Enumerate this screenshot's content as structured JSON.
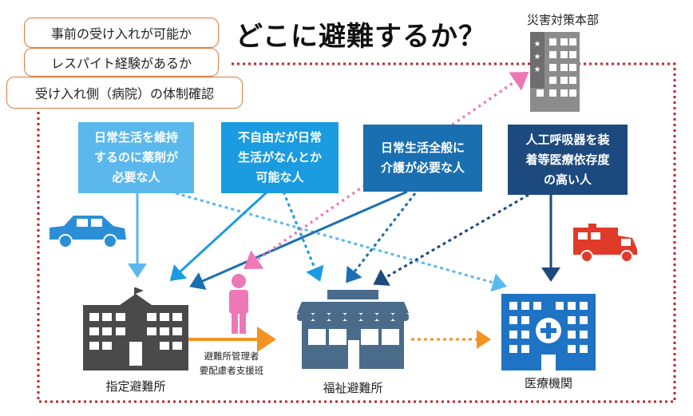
{
  "title": "どこに避難するか？",
  "notes": [
    "事前の受け入れが可能か",
    "レスパイト経験があるか",
    "受け入れ側（病院）の体制確認"
  ],
  "hq_label": "災害対策本部",
  "categories": [
    {
      "lines": [
        "日常生活を維持",
        "するのに薬剤が",
        "必要な人"
      ],
      "color": "#5bb8ec"
    },
    {
      "lines": [
        "不自由だが日常",
        "生活がなんとか",
        "可能な人"
      ],
      "color": "#1b9be0"
    },
    {
      "lines": [
        "日常生活全般に",
        "介護が必要な人"
      ],
      "color": "#1a6fb0"
    },
    {
      "lines": [
        "人工呼吸器を装",
        "着等医療依存度",
        "の高い人"
      ],
      "color": "#1d4a7e"
    }
  ],
  "destinations": {
    "designated": "指定避難所",
    "welfare": "福祉避難所",
    "medical": "医療機関"
  },
  "support_team": [
    "避難所管理者",
    "要配慮者支援班"
  ],
  "colors": {
    "frame": "#c0262c",
    "note_border": "#e07b39",
    "building": "#4a4a4a",
    "medical_building": "#1f73c4",
    "car": "#2b8fd8",
    "ambulance": "#e03a2a",
    "person": "#ee78b6",
    "orange_arrow": "#f39322"
  }
}
